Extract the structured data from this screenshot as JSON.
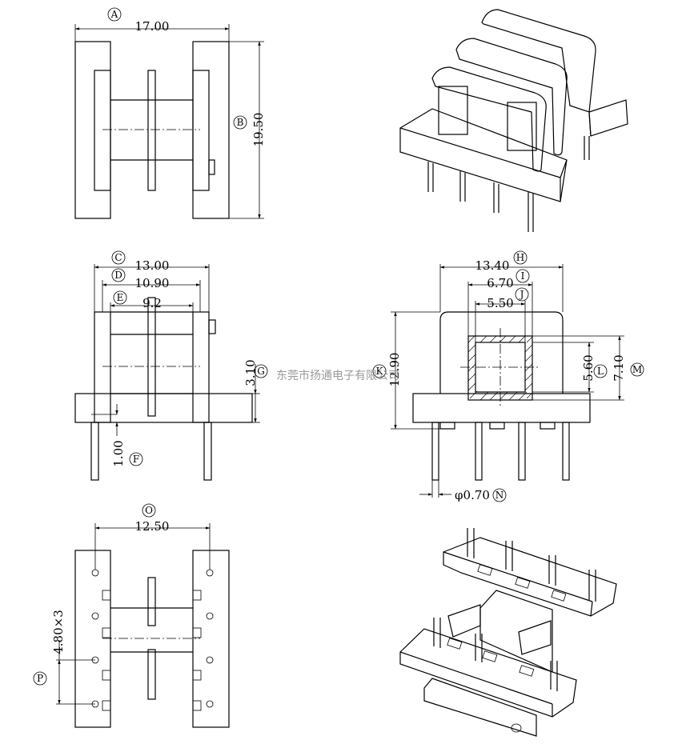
{
  "watermark": "东莞市扬通电子有限公司",
  "dimensions": {
    "A": {
      "label": "A",
      "value": "17.00"
    },
    "B": {
      "label": "B",
      "value": "19.50"
    },
    "C": {
      "label": "C",
      "value": "13.00"
    },
    "D": {
      "label": "D",
      "value": "10.90"
    },
    "E": {
      "label": "E",
      "value": "9.2"
    },
    "F": {
      "label": "F",
      "value": "1.00"
    },
    "G": {
      "label": "G",
      "value": "3.10"
    },
    "H": {
      "label": "H",
      "value": "13.40"
    },
    "I": {
      "label": "I",
      "value": "6.70"
    },
    "J": {
      "label": "J",
      "value": "5.50"
    },
    "K": {
      "label": "K",
      "value": "12.90"
    },
    "L": {
      "label": "L",
      "value": "5.60"
    },
    "M": {
      "label": "M",
      "value": "7.10"
    },
    "N": {
      "label": "N",
      "value": "φ0.70"
    },
    "O": {
      "label": "O",
      "value": "12.50"
    },
    "P": {
      "label": "P",
      "value": "4.80×3"
    }
  }
}
